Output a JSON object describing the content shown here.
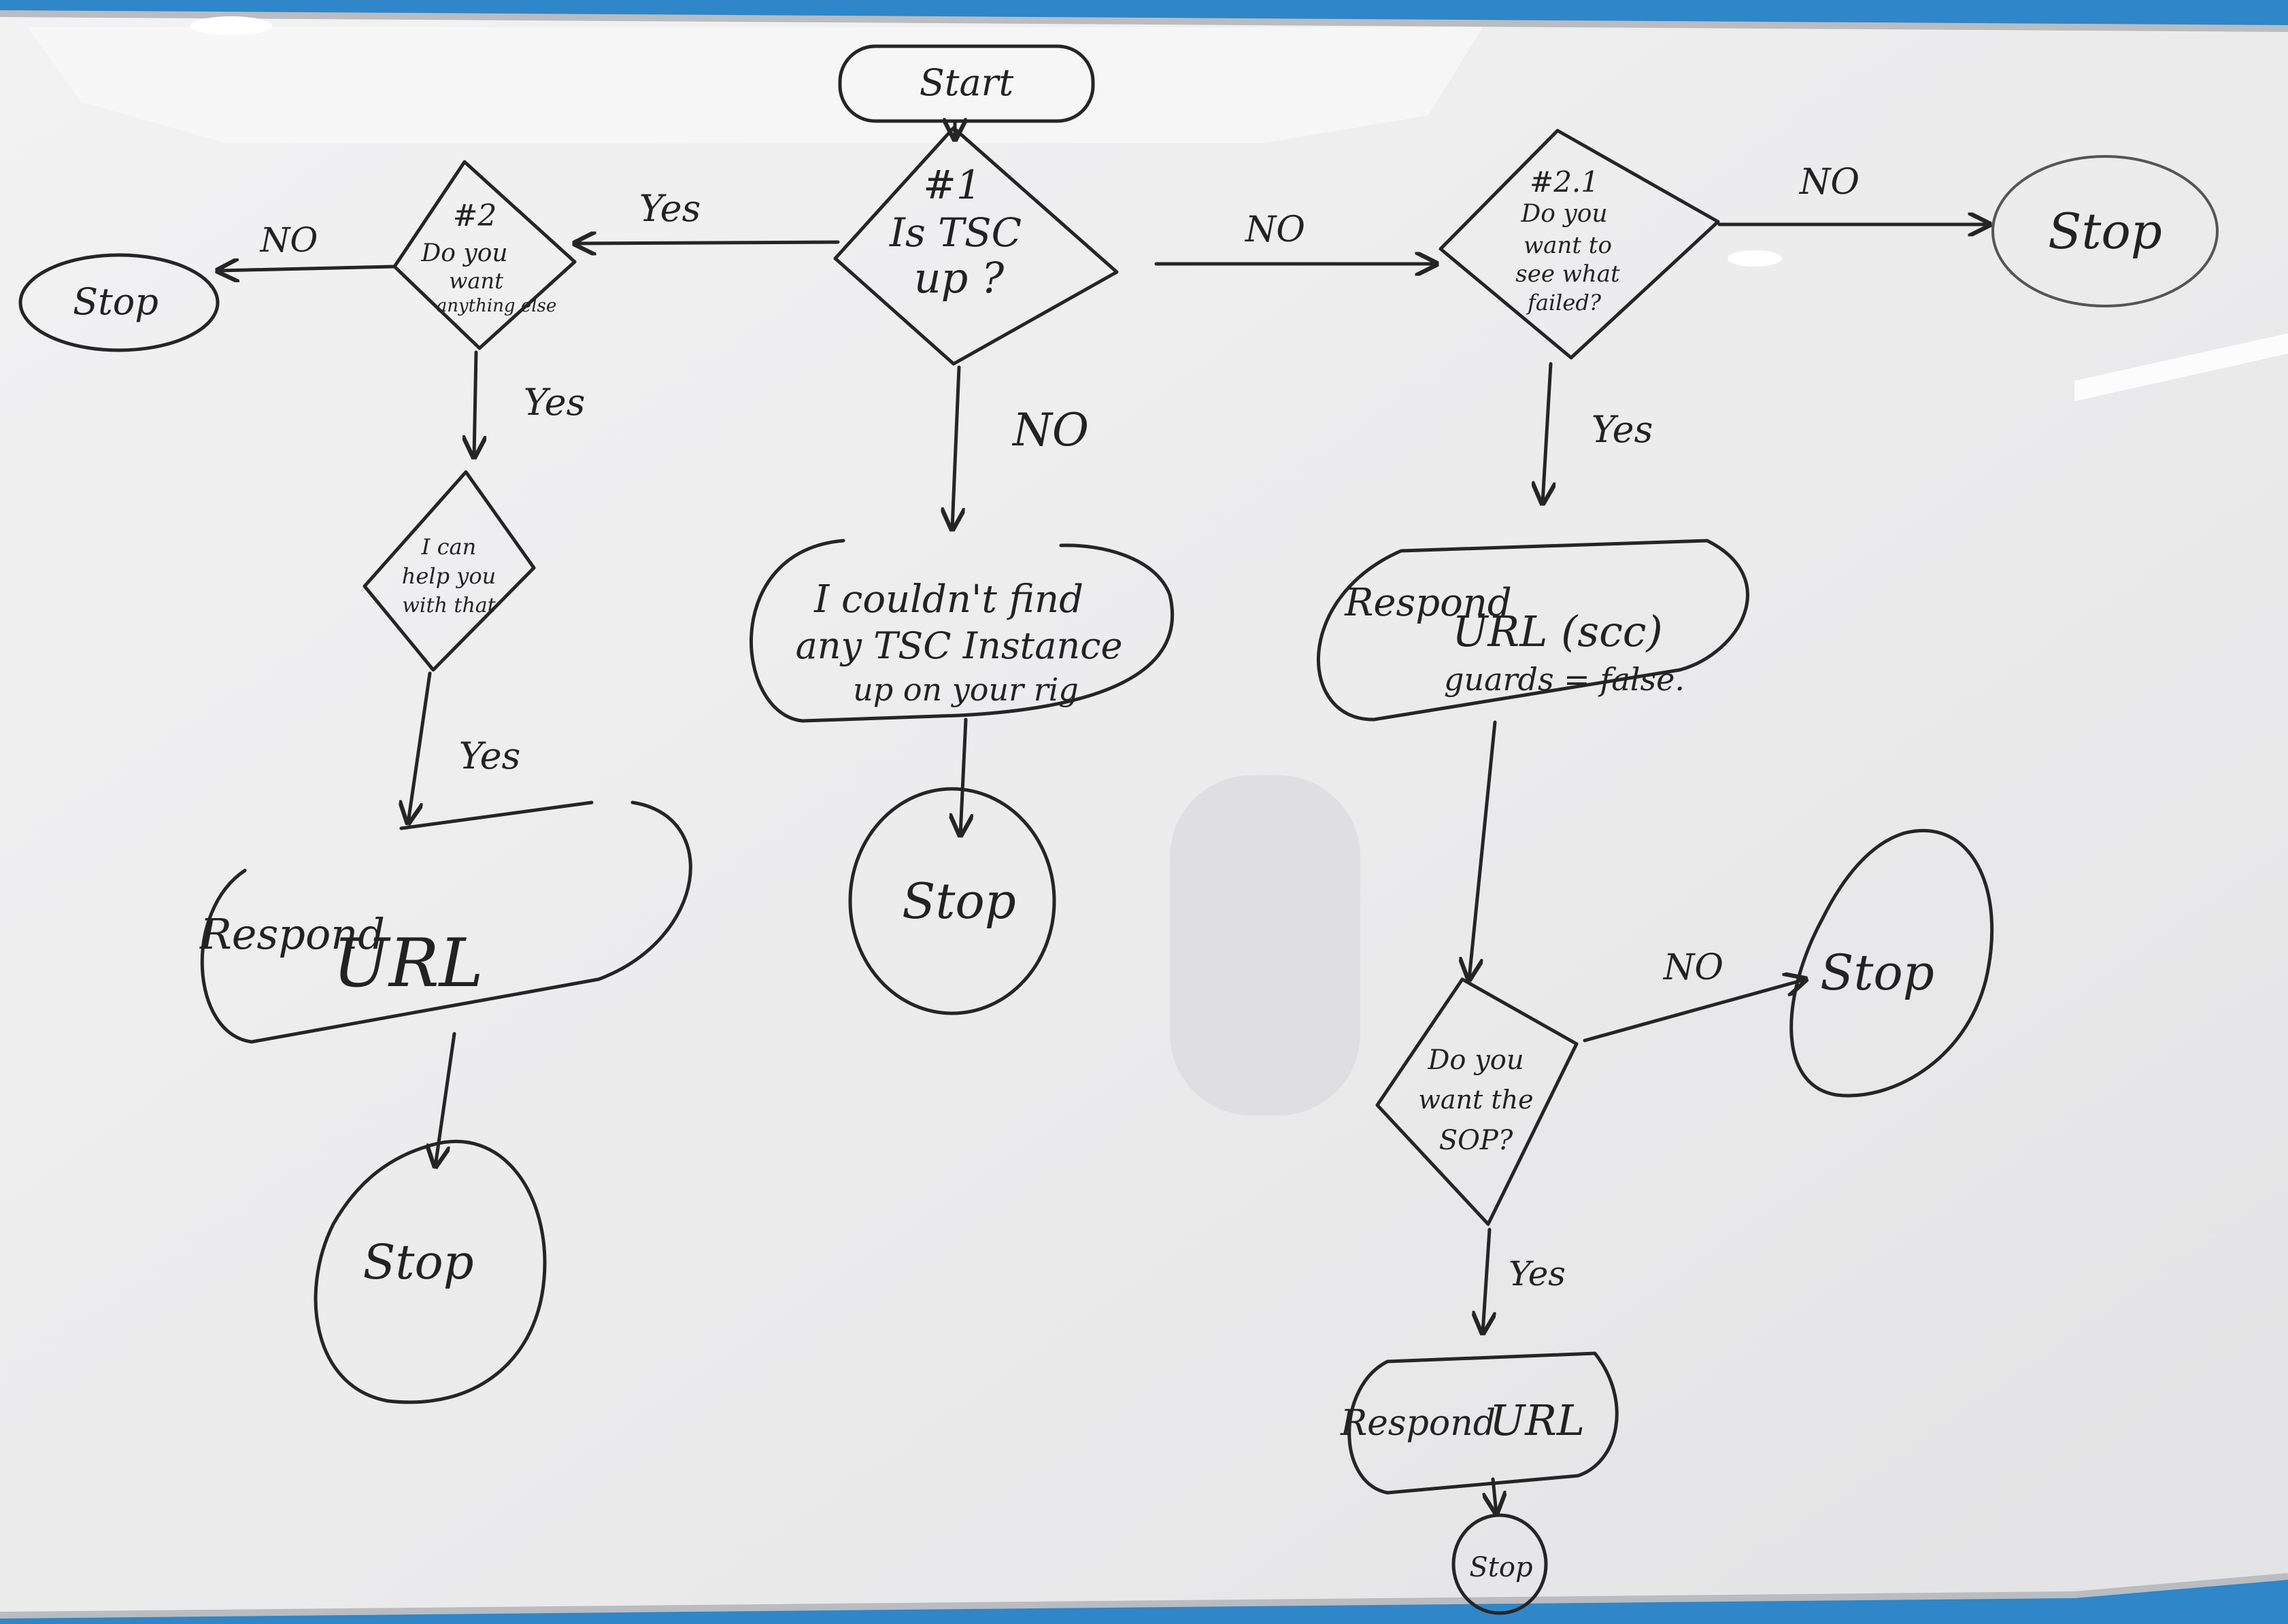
{
  "colors": {
    "board": "#ececed",
    "frame": "#2f86c8",
    "ink": "#222222"
  },
  "start": {
    "label": "Start"
  },
  "decisions": {
    "d1": {
      "lines": [
        "#1",
        "Is TSC",
        "up ?"
      ]
    },
    "d2": {
      "lines": [
        "#2",
        "Do you",
        "want",
        "anything else"
      ]
    },
    "d21": {
      "lines": [
        "#2.1",
        "Do you",
        "want to",
        "see what",
        "failed?"
      ]
    },
    "help": {
      "lines": [
        "I can",
        "help you",
        "with that"
      ]
    },
    "sop": {
      "lines": [
        "Do you",
        "want the",
        "SOP?"
      ]
    }
  },
  "terminals": {
    "couldnt_find": {
      "lines": [
        "I couldn't find",
        "any TSC Instance",
        "up on your rig"
      ]
    },
    "respond_url_left": {
      "lines": [
        "Respond",
        "URL"
      ]
    },
    "respond_url_right": {
      "lines": [
        "Respond",
        "URL (scc)",
        "guards = false."
      ]
    },
    "respond_url_bottom": {
      "lines": [
        "Respond",
        "URL"
      ]
    }
  },
  "stops": {
    "left": "Stop",
    "top_right": "Stop",
    "center": "Stop",
    "bottom_left": "Stop",
    "right_mid": "Stop",
    "bottom": "Stop"
  },
  "edge_labels": {
    "d1_to_d2": "Yes",
    "d1_to_d21": "NO",
    "d1_down": "NO",
    "d2_left": "NO",
    "d2_down": "Yes",
    "help_down": "Yes",
    "d21_right": "NO",
    "d21_down": "Yes",
    "sop_right": "NO",
    "sop_down": "Yes"
  }
}
